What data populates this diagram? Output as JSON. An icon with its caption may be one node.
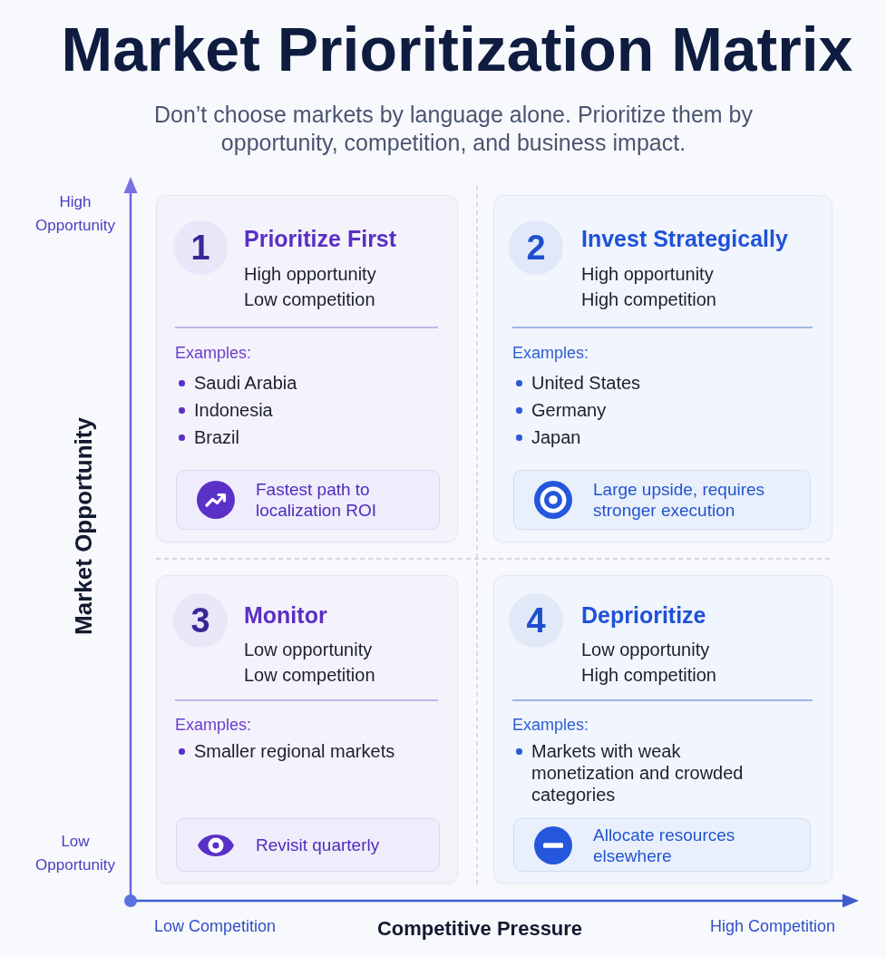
{
  "diagram": {
    "title": "Market Prioritization Matrix",
    "nodes": [
      {
        "text": [
          "Prioritize First",
          "High opportunity",
          "Low competition",
          "Examples:",
          "Saudi Arabia",
          "Indonesia",
          "Brazil"
        ]
      },
      {
        "text": [
          "1"
        ],
        "in": 0
      },
      {
        "text": [
          "Fastest path to localization ROI"
        ],
        "in": 0
      },
      {
        "text": [
          "Invest Strategically",
          "High opportunity",
          "High competition",
          "Examples:",
          "United States",
          "Germany",
          "Japan"
        ]
      },
      {
        "text": [
          "2"
        ],
        "in": 3
      },
      {
        "text": [
          "Large upside, requires stronger execution"
        ],
        "in": 3
      },
      {
        "text": [
          "Monitor",
          "Low opportunity",
          "Low competition",
          "Examples:",
          "Smaller regional markets"
        ]
      },
      {
        "text": [
          "3"
        ],
        "in": 6
      },
      {
        "text": [
          "Revisit quarterly"
        ],
        "in": 6
      },
      {
        "text": [
          "Deprioritize",
          "Low opportunity",
          "High competition",
          "Examples:",
          "Markets with weak monetization and crowded categories"
        ]
      },
      {
        "text": [
          "4"
        ],
        "in": 9
      },
      {
        "text": [
          "Allocate resources elsewhere"
        ],
        "in": 9
      }
    ],
    "labels": [
      "Don’t choose markets by language alone. Prioritize them by opportunity, competition, and business impact.",
      "High Opportunity",
      "Market Opportunity",
      "Low Opportunity",
      "Low Competition",
      "Competitive Pressure",
      "High Competition"
    ]
  }
}
